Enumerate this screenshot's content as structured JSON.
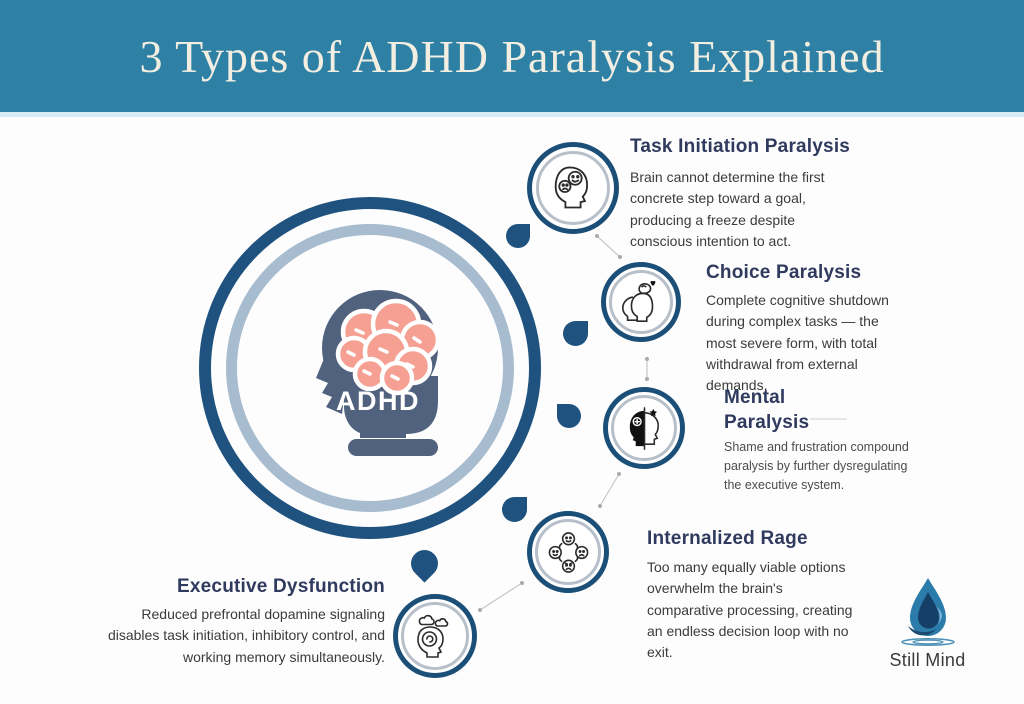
{
  "title": "3 Types of ADHD Paralysis Explained",
  "center": {
    "label": "ADHD",
    "icon": "adhd-head-brain-icon"
  },
  "callouts": [
    {
      "title": "Task Initiation Paralysis",
      "body": "Brain cannot determine the first concrete step toward a goal, producing a freeze despite conscious intention to act.",
      "icon": "head-two-moods-icon"
    },
    {
      "title": "Choice Paralysis",
      "body": "Complete cognitive shutdown during complex tasks — the most severe form, with total withdrawal from external demands.",
      "icon": "two-heads-brain-heart-icon"
    },
    {
      "title": "Mental Paralysis",
      "body": "Shame and frustration compound paralysis by further dysregulating the executive system.",
      "icon": "split-head-stress-icon"
    },
    {
      "title": "Internalized Rage",
      "body": "Too many equally viable options overwhelm the brain's comparative processing, creating an endless decision loop with no exit.",
      "icon": "four-mood-faces-icon"
    },
    {
      "title": "Executive Dysfunction",
      "body": "Reduced prefrontal dopamine signaling disables task initiation, inhibitory control, and working memory simultaneously.",
      "icon": "head-clouds-clock-icon"
    }
  ],
  "logo": {
    "name": "Still Mind",
    "icon": "water-drop-ripples-icon"
  },
  "colors": {
    "header_bg": "#2e81a4",
    "header_text": "#f3eee2",
    "heading_text": "#2f3a5e",
    "body_text": "#3b3b3b",
    "ring_dark": "#1f527e",
    "ring_light": "#a7bccf",
    "node_ring": "#1c4f78",
    "head_fill": "#51627f",
    "brain_fill": "#f5a092",
    "droplet": "#1f527e",
    "logo_blue": "#2b7cab"
  }
}
